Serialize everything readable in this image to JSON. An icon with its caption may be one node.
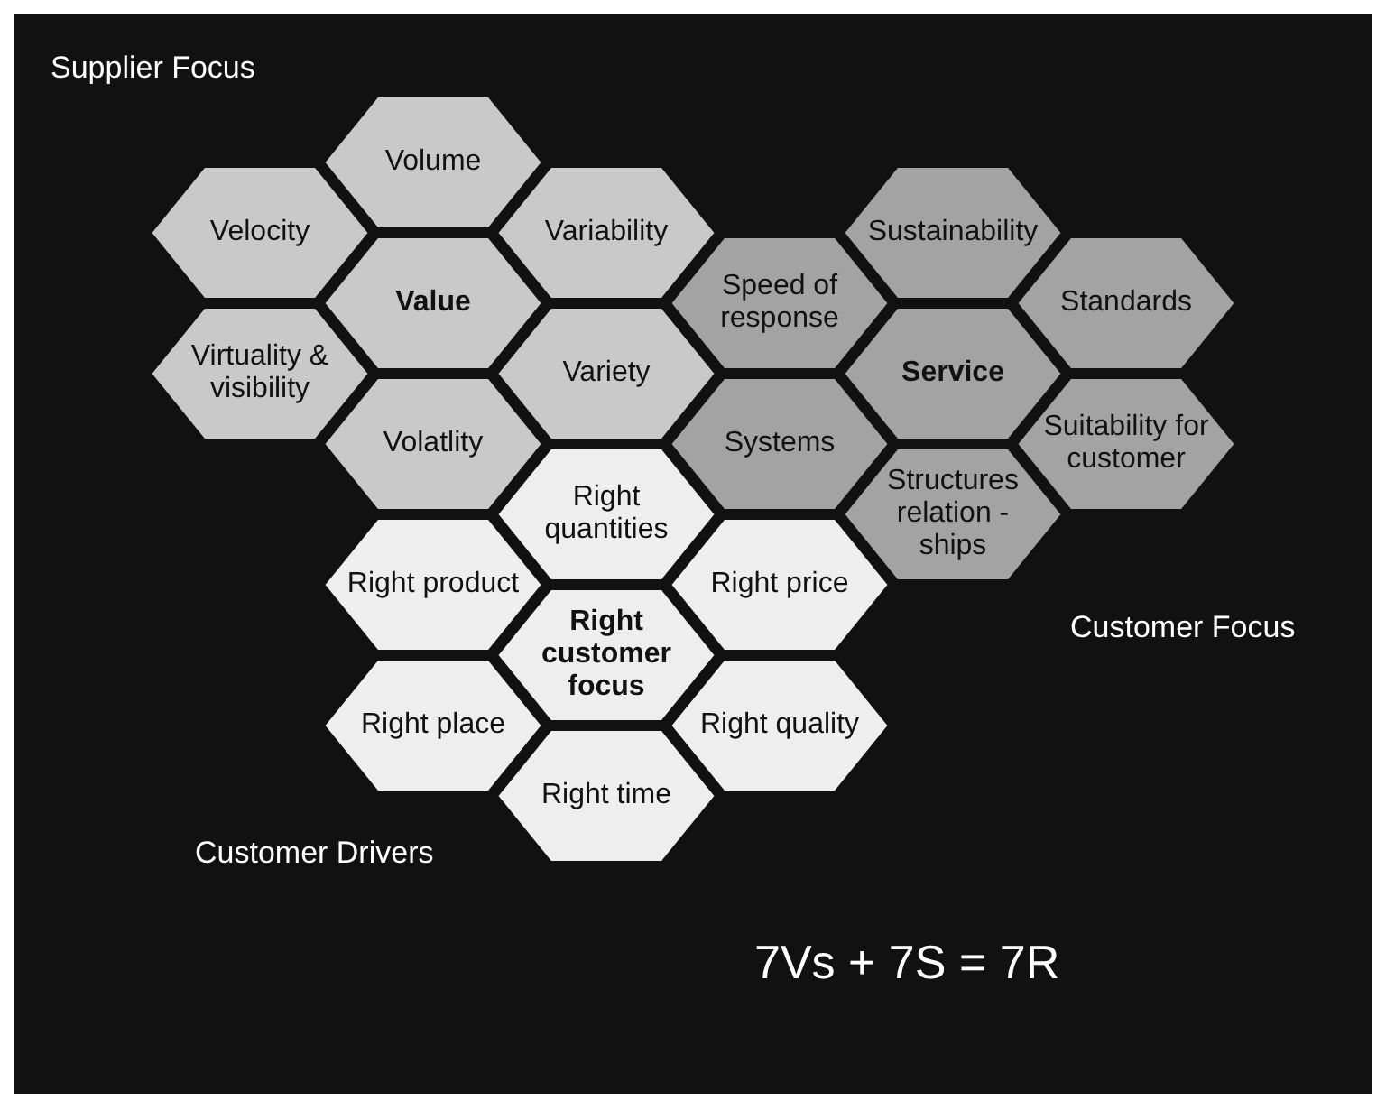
{
  "diagram": {
    "nodes": [
      {
        "text": [
          "Volume"
        ]
      },
      {
        "text": [
          "Velocity"
        ]
      },
      {
        "text": [
          "Variability"
        ]
      },
      {
        "text": [
          "Value"
        ]
      },
      {
        "text": [
          "Virtuality & visibility"
        ]
      },
      {
        "text": [
          "Variety"
        ]
      },
      {
        "text": [
          "Volatlity"
        ]
      },
      {
        "text": [
          "Sustainability"
        ]
      },
      {
        "text": [
          "Speed of response"
        ]
      },
      {
        "text": [
          "Standards"
        ]
      },
      {
        "text": [
          "Service"
        ]
      },
      {
        "text": [
          "Systems"
        ]
      },
      {
        "text": [
          "Suitability for customer"
        ]
      },
      {
        "text": [
          "Structures relation -ships"
        ]
      },
      {
        "text": [
          "Right quantities"
        ]
      },
      {
        "text": [
          "Right product"
        ]
      },
      {
        "text": [
          "Right price"
        ]
      },
      {
        "text": [
          "Right customer focus"
        ]
      },
      {
        "text": [
          "Right place"
        ]
      },
      {
        "text": [
          "Right quality"
        ]
      },
      {
        "text": [
          "Right time"
        ]
      }
    ],
    "edges": [],
    "labels": [
      "Supplier Focus",
      "Customer Focus",
      "Customer Drivers",
      "7Vs + 7S = 7R"
    ]
  }
}
